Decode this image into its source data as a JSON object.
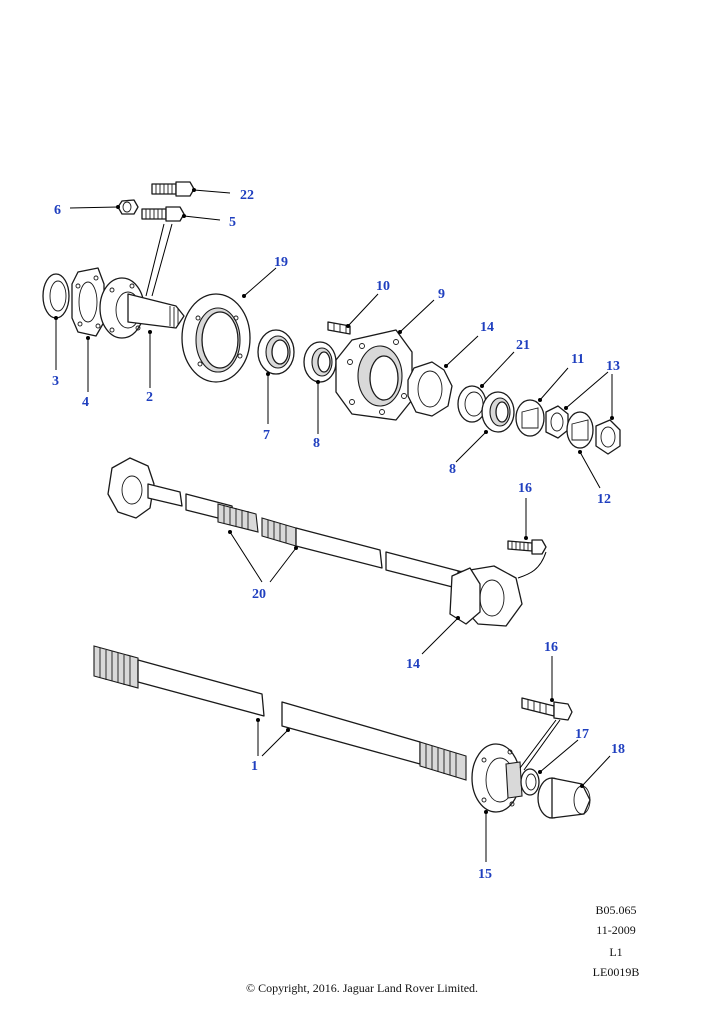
{
  "callouts": {
    "c1": "1",
    "c2": "2",
    "c3": "3",
    "c4": "4",
    "c5": "5",
    "c6": "6",
    "c7": "7",
    "c8a": "8",
    "c8b": "8",
    "c9": "9",
    "c10": "10",
    "c11": "11",
    "c12": "12",
    "c13": "13",
    "c14a": "14",
    "c14b": "14",
    "c15": "15",
    "c16a": "16",
    "c16b": "16",
    "c17": "17",
    "c18": "18",
    "c19": "19",
    "c20": "20",
    "c21": "21",
    "c22": "22"
  },
  "footer": {
    "ref": "B05.065",
    "date": "11-2009",
    "level": "L1",
    "code": "LE0019B",
    "copyright": "© Copyright, 2016. Jaguar Land Rover Limited."
  },
  "colors": {
    "callout": "#1f3fbf",
    "line": "#1a1a1a"
  }
}
